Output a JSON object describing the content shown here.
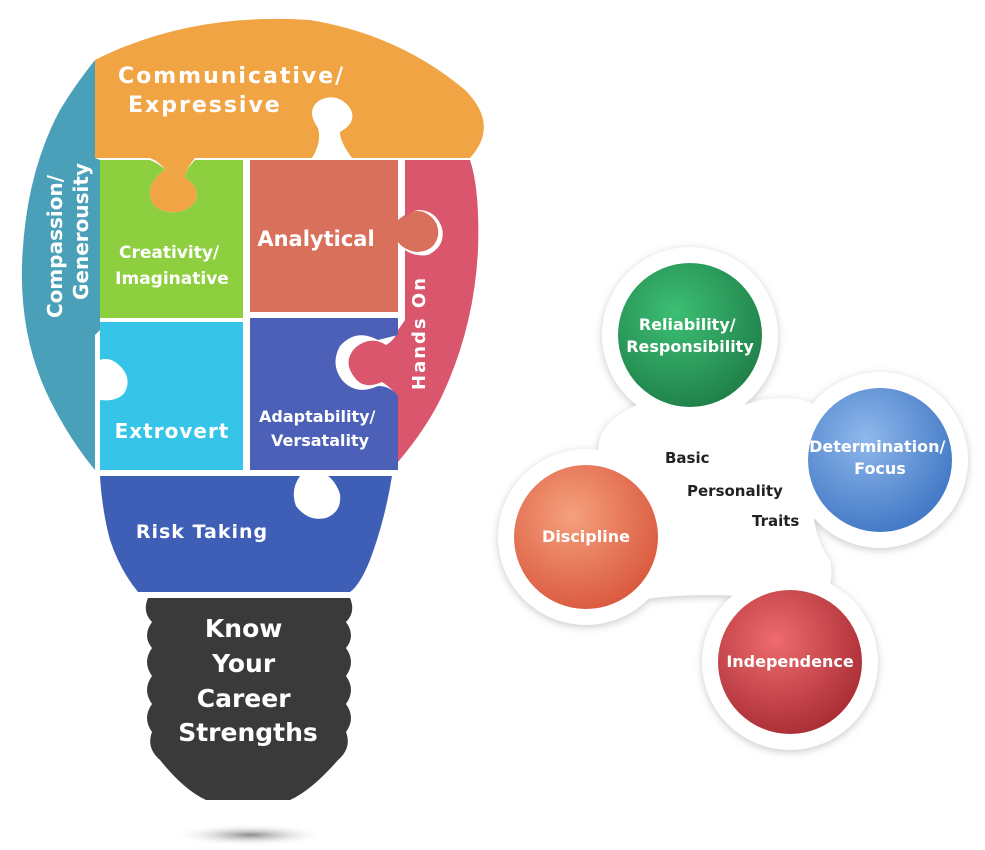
{
  "bulb": {
    "pieces": [
      {
        "id": "communicative",
        "lines": [
          "Communicative/",
          "Expressive"
        ],
        "color": "#f0a443"
      },
      {
        "id": "compassion",
        "lines": [
          "Compassion/",
          "Generousity"
        ],
        "color": "#4aa0b8"
      },
      {
        "id": "creativity",
        "lines": [
          "Creativity/",
          "Imaginative"
        ],
        "color": "#8ecf3f"
      },
      {
        "id": "analytical",
        "lines": [
          "Analytical"
        ],
        "color": "#d9705c"
      },
      {
        "id": "hands_on",
        "lines": [
          "Hands On"
        ],
        "color": "#d9566d"
      },
      {
        "id": "extrovert",
        "lines": [
          "Extrovert"
        ],
        "color": "#36c4e8"
      },
      {
        "id": "adaptability",
        "lines": [
          "Adaptability/",
          "Versatality"
        ],
        "color": "#4b60b6"
      },
      {
        "id": "risk_taking",
        "lines": [
          "Risk Taking"
        ],
        "color": "#3f5eb5"
      }
    ],
    "base": {
      "lines": [
        "Know",
        "Your",
        "Career",
        "Strengths"
      ],
      "color": "#3a3a3a"
    }
  },
  "traits": {
    "center_lines": [
      "Basic",
      "Personality",
      "Traits"
    ],
    "circles": [
      {
        "id": "reliability",
        "lines": [
          "Reliability/",
          "Responsibility"
        ],
        "color": "#2e9e5e"
      },
      {
        "id": "determination",
        "lines": [
          "Determination/",
          "Focus"
        ],
        "color": "#5b93d6"
      },
      {
        "id": "discipline",
        "lines": [
          "Discipline"
        ],
        "color": "#e46f55"
      },
      {
        "id": "independence",
        "lines": [
          "Independence"
        ],
        "color": "#d2474f"
      }
    ]
  }
}
